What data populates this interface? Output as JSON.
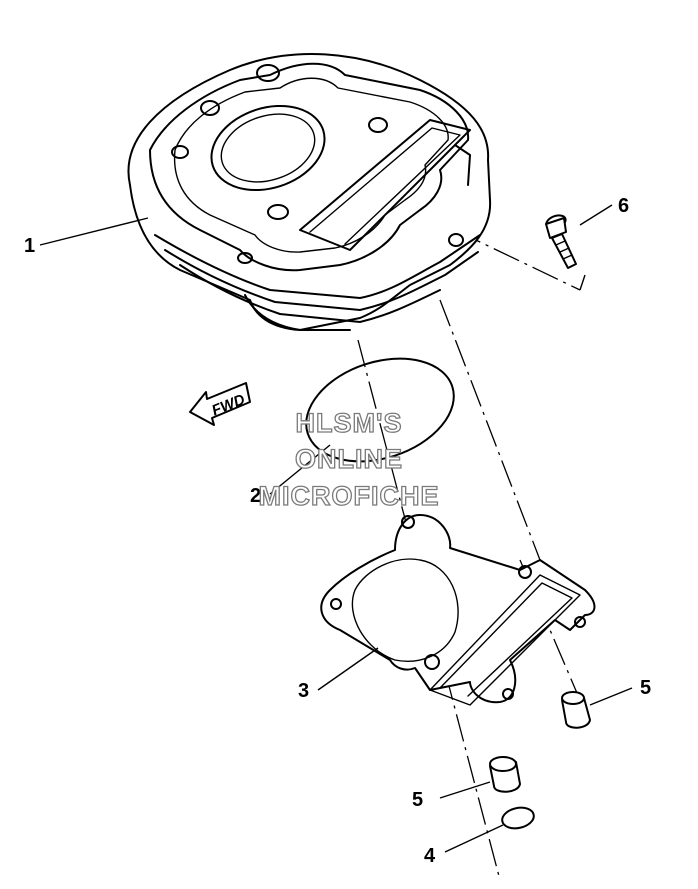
{
  "callouts": [
    {
      "id": "1",
      "label": "1"
    },
    {
      "id": "2",
      "label": "2"
    },
    {
      "id": "3",
      "label": "3"
    },
    {
      "id": "4",
      "label": "4"
    },
    {
      "id": "5a",
      "label": "5"
    },
    {
      "id": "5b",
      "label": "5"
    },
    {
      "id": "6",
      "label": "6"
    }
  ],
  "direction_arrow": {
    "label": "FWD"
  },
  "watermark": {
    "line1": "HLSM'S",
    "line2": "ONLINE",
    "line3": "MICROFICHE"
  }
}
